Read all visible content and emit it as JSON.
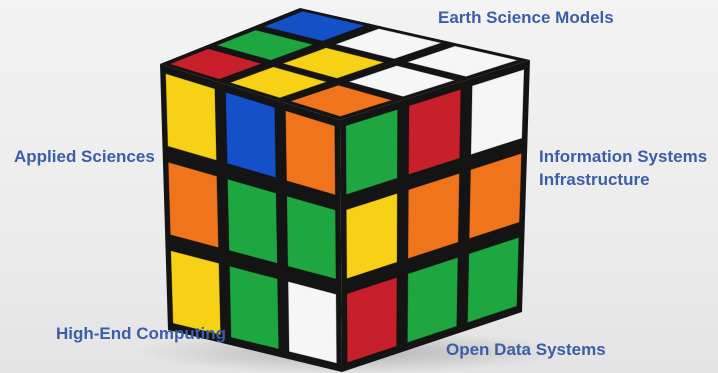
{
  "labels": {
    "earth_science_models": "Earth Science Models",
    "applied_sciences": "Applied Sciences",
    "info_systems_line1": "Information Systems",
    "info_systems_line2": "Infrastructure",
    "high_end_computing": "High-End Computing",
    "open_data_systems": "Open Data Systems"
  },
  "cube": {
    "colors": {
      "R": "#c8202a",
      "O": "#f0741b",
      "Y": "#f7d115",
      "G": "#1ea640",
      "B": "#1450c8",
      "W": "#f6f6f6",
      "frame": "#141414",
      "label_text": "#3b5ea8"
    },
    "top_face": [
      [
        "R",
        "G",
        "B"
      ],
      [
        "Y",
        "Y",
        "W"
      ],
      [
        "O",
        "W",
        "W"
      ]
    ],
    "left_face": [
      [
        "Y",
        "B",
        "O"
      ],
      [
        "O",
        "G",
        "G"
      ],
      [
        "Y",
        "G",
        "W"
      ]
    ],
    "right_face": [
      [
        "G",
        "R",
        "W"
      ],
      [
        "Y",
        "O",
        "O"
      ],
      [
        "R",
        "G",
        "G"
      ]
    ]
  }
}
